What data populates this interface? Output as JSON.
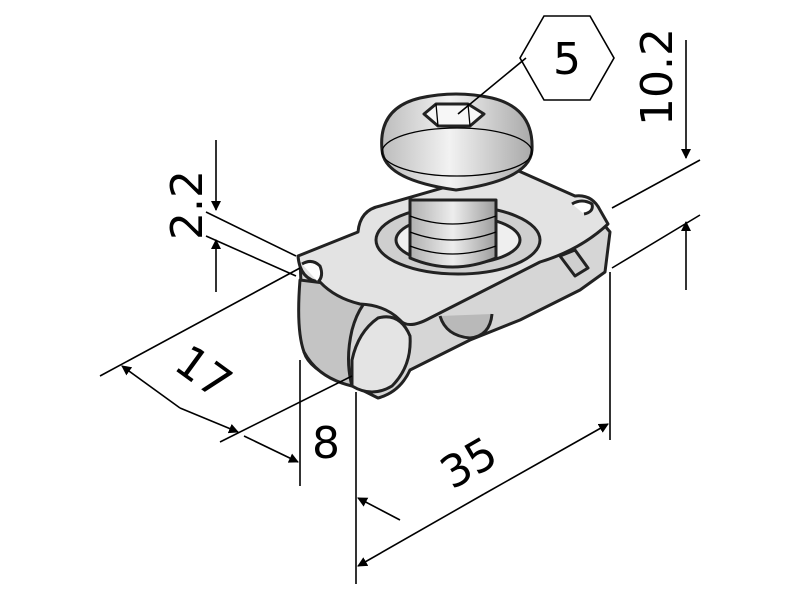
{
  "drawing": {
    "hex_callout": "5",
    "dimensions": {
      "head_height": "10.2",
      "flange_thickness": "2.2",
      "width": "17",
      "slot": "8",
      "length": "35"
    }
  },
  "colors": {
    "ink": "#000000",
    "part_light": "#e6e6e6",
    "part_mid": "#c8c8c8",
    "part_dark": "#9a9a9a",
    "background": "#ffffff"
  }
}
